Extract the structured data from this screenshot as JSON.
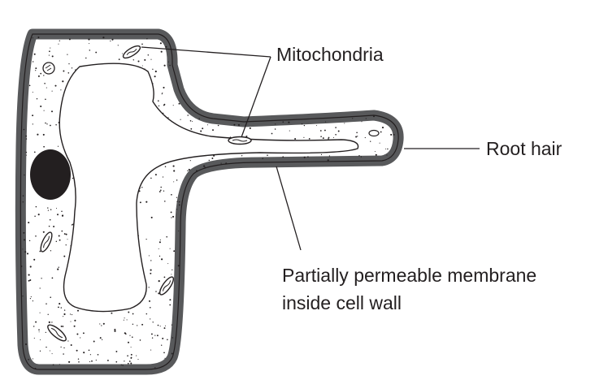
{
  "labels": {
    "mitochondria": "Mitochondria",
    "root_hair": "Root hair",
    "membrane_line1": "Partially permeable membrane",
    "membrane_line2": "inside cell wall"
  },
  "colors": {
    "cell_wall": "#58595b",
    "cytoplasm": "#ffffff",
    "outline": "#231f20",
    "nucleus": "#231f20",
    "speckle": "#231f20"
  }
}
